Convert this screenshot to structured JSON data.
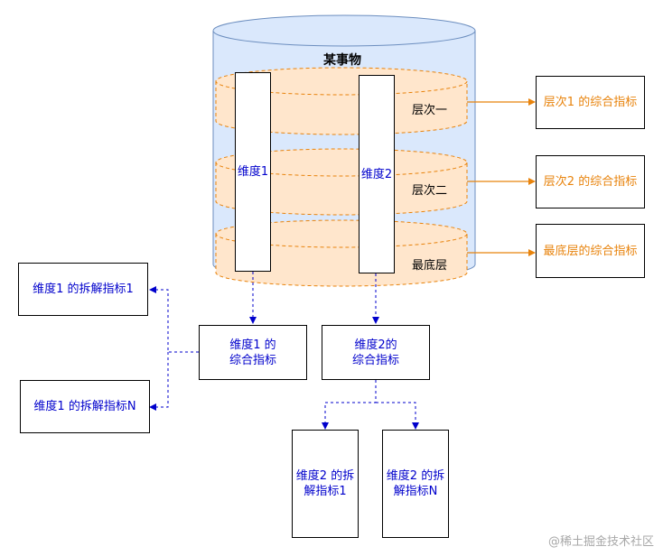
{
  "colors": {
    "cylinder_fill": "#dae8fc",
    "cylinder_stroke": "#6c8ebf",
    "layer_fill": "#ffe6cc",
    "layer_stroke": "#e8830c",
    "blue_text": "#0000cc",
    "orange_text": "#e8830c"
  },
  "entity": {
    "title": "某事物"
  },
  "layers": [
    "层次一",
    "层次二",
    "最底层"
  ],
  "dimension_bars": [
    "维度1",
    "维度2"
  ],
  "layer_metrics": [
    "层次1 的综合指标",
    "层次2 的综合指标",
    "最底层的综合指标"
  ],
  "dim_metrics": {
    "dim1": "维度1 的\n综合指标",
    "dim2": "维度2的\n综合指标"
  },
  "dim1_breakdown": [
    "维度1 的拆解指标1",
    "维度1 的拆解指标N"
  ],
  "dim2_breakdown": [
    "维度2 的拆\n解指标1",
    "维度2 的拆\n解指标N"
  ],
  "watermark": "@稀土掘金技术社区"
}
